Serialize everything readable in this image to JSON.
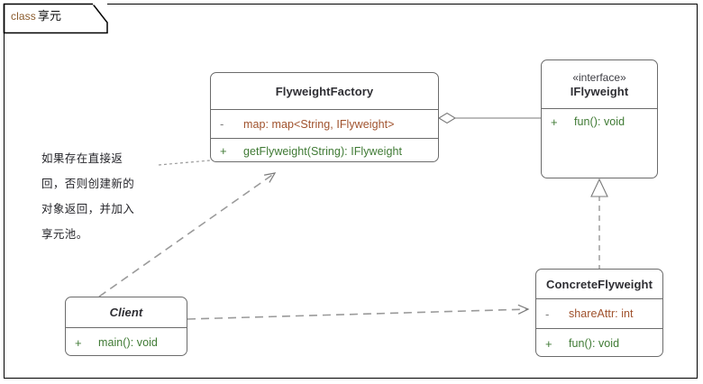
{
  "diagram": {
    "frame_label_keyword": "class",
    "frame_label_name": "享元",
    "note": "如果存在直接返\n回，否则创建新的\n对象返回，并加入\n享元池。",
    "colors": {
      "frame_border": "#000000",
      "box_border": "#6b6b6b",
      "class_name": "#2e2e33",
      "attribute": "#a0522d",
      "operation": "#3f7a34",
      "visibility_private": "#7a7a7a",
      "visibility_public": "#3f7a34",
      "connector": "#7a7a7a",
      "background": "#ffffff",
      "keyword": "#8a5a2b"
    }
  },
  "classes": {
    "flyweight_factory": {
      "name": "FlyweightFactory",
      "attributes": [
        {
          "visibility": "-",
          "text": "map: map<String, IFlyweight>"
        }
      ],
      "operations": [
        {
          "visibility": "+",
          "text": "getFlyweight(String): IFlyweight"
        }
      ]
    },
    "iflyweight": {
      "stereotype": "«interface»",
      "name": "IFlyweight",
      "attributes": [],
      "operations": [
        {
          "visibility": "+",
          "text": "fun(): void"
        }
      ]
    },
    "concrete_flyweight": {
      "name": "ConcreteFlyweight",
      "attributes": [
        {
          "visibility": "-",
          "text": "shareAttr: int"
        }
      ],
      "operations": [
        {
          "visibility": "+",
          "text": "fun(): void"
        }
      ]
    },
    "client": {
      "name": "Client",
      "name_style": "italic",
      "attributes": [],
      "operations": [
        {
          "visibility": "+",
          "text": "main(): void"
        }
      ]
    }
  },
  "connectors": [
    {
      "name": "aggregation-factory-to-iflyweight",
      "type": "aggregation",
      "from": "FlyweightFactory",
      "to": "IFlyweight",
      "style": "solid",
      "end_marker": "hollow-diamond"
    },
    {
      "name": "realization-concrete-to-iflyweight",
      "type": "realization",
      "from": "ConcreteFlyweight",
      "to": "IFlyweight",
      "style": "dashed",
      "end_marker": "hollow-triangle"
    },
    {
      "name": "dependency-client-to-concrete",
      "type": "dependency",
      "from": "Client",
      "to": "ConcreteFlyweight",
      "style": "dashed",
      "end_marker": "open-arrow"
    },
    {
      "name": "dependency-client-to-factory",
      "type": "dependency",
      "from": "Client",
      "to": "FlyweightFactory",
      "style": "dashed",
      "end_marker": "open-arrow"
    },
    {
      "name": "note-anchor-to-factory",
      "type": "note-link",
      "from": "note",
      "to": "FlyweightFactory",
      "style": "dotted",
      "end_marker": "none"
    }
  ]
}
